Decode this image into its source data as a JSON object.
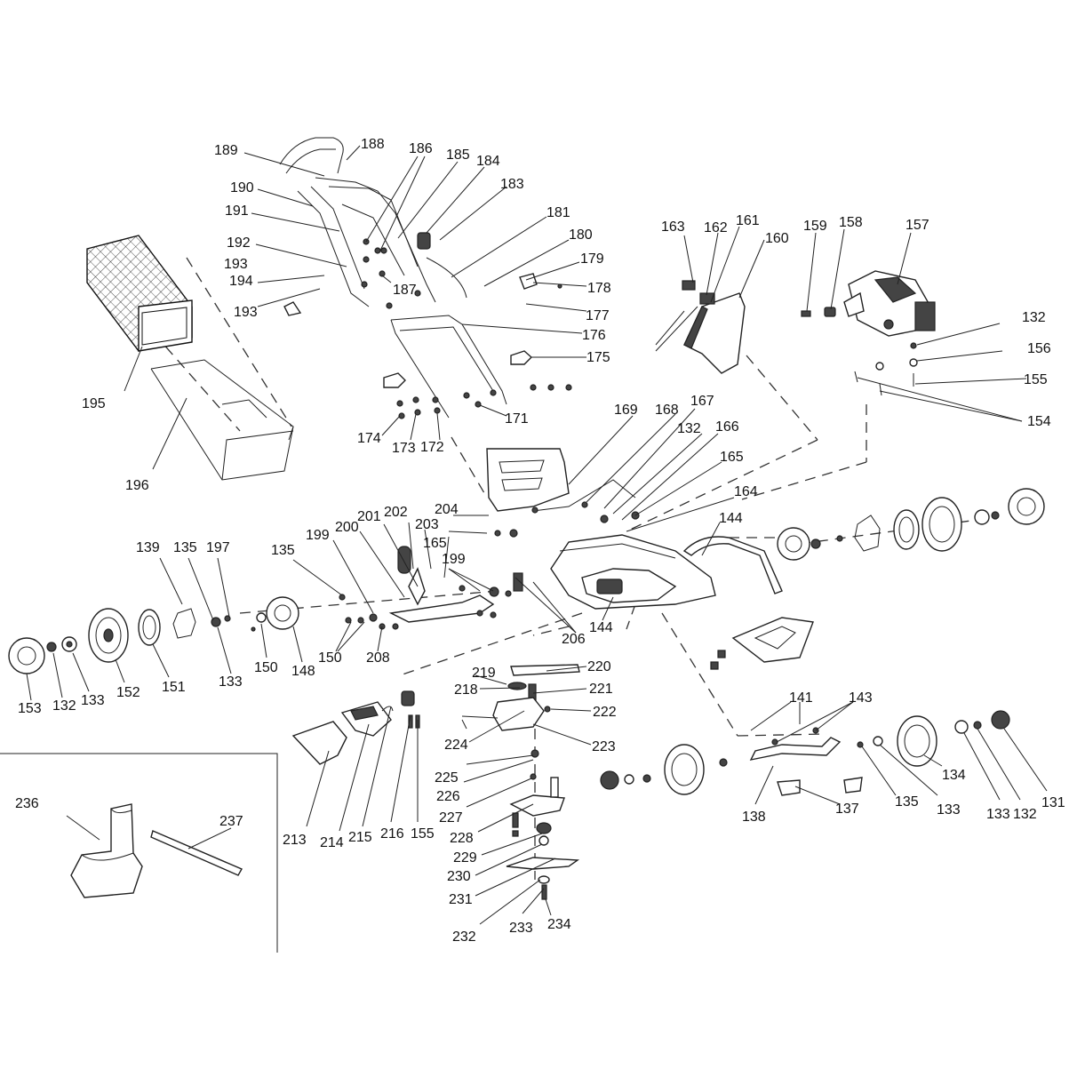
{
  "diagram": {
    "labels": [
      {
        "id": "lbl-189",
        "text": "189"
      },
      {
        "id": "lbl-188",
        "text": "188"
      },
      {
        "id": "lbl-186",
        "text": "186"
      },
      {
        "id": "lbl-185",
        "text": "185"
      },
      {
        "id": "lbl-184",
        "text": "184"
      },
      {
        "id": "lbl-183",
        "text": "183"
      },
      {
        "id": "lbl-190",
        "text": "190"
      },
      {
        "id": "lbl-191",
        "text": "191"
      },
      {
        "id": "lbl-181",
        "text": "181"
      },
      {
        "id": "lbl-180",
        "text": "180"
      },
      {
        "id": "lbl-179",
        "text": "179"
      },
      {
        "id": "lbl-192",
        "text": "192"
      },
      {
        "id": "lbl-193a",
        "text": "193"
      },
      {
        "id": "lbl-194",
        "text": "194"
      },
      {
        "id": "lbl-187",
        "text": "187"
      },
      {
        "id": "lbl-178",
        "text": "178"
      },
      {
        "id": "lbl-193b",
        "text": "193"
      },
      {
        "id": "lbl-177",
        "text": "177"
      },
      {
        "id": "lbl-176",
        "text": "176"
      },
      {
        "id": "lbl-175",
        "text": "175"
      },
      {
        "id": "lbl-163",
        "text": "163"
      },
      {
        "id": "lbl-162",
        "text": "162"
      },
      {
        "id": "lbl-161",
        "text": "161"
      },
      {
        "id": "lbl-160",
        "text": "160"
      },
      {
        "id": "lbl-159",
        "text": "159"
      },
      {
        "id": "lbl-158",
        "text": "158"
      },
      {
        "id": "lbl-157",
        "text": "157"
      },
      {
        "id": "lbl-132a",
        "text": "132"
      },
      {
        "id": "lbl-156",
        "text": "156"
      },
      {
        "id": "lbl-155a",
        "text": "155"
      },
      {
        "id": "lbl-154",
        "text": "154"
      },
      {
        "id": "lbl-195",
        "text": "195"
      },
      {
        "id": "lbl-174",
        "text": "174"
      },
      {
        "id": "lbl-173",
        "text": "173"
      },
      {
        "id": "lbl-172",
        "text": "172"
      },
      {
        "id": "lbl-171",
        "text": "171"
      },
      {
        "id": "lbl-169",
        "text": "169"
      },
      {
        "id": "lbl-168",
        "text": "168"
      },
      {
        "id": "lbl-167",
        "text": "167"
      },
      {
        "id": "lbl-132b",
        "text": "132"
      },
      {
        "id": "lbl-166",
        "text": "166"
      },
      {
        "id": "lbl-165a",
        "text": "165"
      },
      {
        "id": "lbl-196",
        "text": "196"
      },
      {
        "id": "lbl-164",
        "text": "164"
      },
      {
        "id": "lbl-204",
        "text": "204"
      },
      {
        "id": "lbl-144a",
        "text": "144"
      },
      {
        "id": "lbl-202",
        "text": "202"
      },
      {
        "id": "lbl-201",
        "text": "201"
      },
      {
        "id": "lbl-203",
        "text": "203"
      },
      {
        "id": "lbl-200",
        "text": "200"
      },
      {
        "id": "lbl-199a",
        "text": "199"
      },
      {
        "id": "lbl-165b",
        "text": "165"
      },
      {
        "id": "lbl-139",
        "text": "139"
      },
      {
        "id": "lbl-135a",
        "text": "135"
      },
      {
        "id": "lbl-197",
        "text": "197"
      },
      {
        "id": "lbl-135b",
        "text": "135"
      },
      {
        "id": "lbl-199b",
        "text": "199"
      },
      {
        "id": "lbl-206",
        "text": "206"
      },
      {
        "id": "lbl-144b",
        "text": "144"
      },
      {
        "id": "lbl-150a",
        "text": "150"
      },
      {
        "id": "lbl-150b",
        "text": "150"
      },
      {
        "id": "lbl-208",
        "text": "208"
      },
      {
        "id": "lbl-148",
        "text": "148"
      },
      {
        "id": "lbl-133a",
        "text": "133"
      },
      {
        "id": "lbl-151",
        "text": "151"
      },
      {
        "id": "lbl-152",
        "text": "152"
      },
      {
        "id": "lbl-133b",
        "text": "133"
      },
      {
        "id": "lbl-132c",
        "text": "132"
      },
      {
        "id": "lbl-153",
        "text": "153"
      },
      {
        "id": "lbl-219",
        "text": "219"
      },
      {
        "id": "lbl-220",
        "text": "220"
      },
      {
        "id": "lbl-218",
        "text": "218"
      },
      {
        "id": "lbl-221",
        "text": "221"
      },
      {
        "id": "lbl-222",
        "text": "222"
      },
      {
        "id": "lbl-224",
        "text": "224"
      },
      {
        "id": "lbl-223",
        "text": "223"
      },
      {
        "id": "lbl-141",
        "text": "141"
      },
      {
        "id": "lbl-143",
        "text": "143"
      },
      {
        "id": "lbl-225",
        "text": "225"
      },
      {
        "id": "lbl-226",
        "text": "226"
      },
      {
        "id": "lbl-227",
        "text": "227"
      },
      {
        "id": "lbl-228",
        "text": "228"
      },
      {
        "id": "lbl-229",
        "text": "229"
      },
      {
        "id": "lbl-230",
        "text": "230"
      },
      {
        "id": "lbl-231",
        "text": "231"
      },
      {
        "id": "lbl-232",
        "text": "232"
      },
      {
        "id": "lbl-233",
        "text": "233"
      },
      {
        "id": "lbl-234",
        "text": "234"
      },
      {
        "id": "lbl-213",
        "text": "213"
      },
      {
        "id": "lbl-214",
        "text": "214"
      },
      {
        "id": "lbl-215",
        "text": "215"
      },
      {
        "id": "lbl-216",
        "text": "216"
      },
      {
        "id": "lbl-155b",
        "text": "155"
      },
      {
        "id": "lbl-134",
        "text": "134"
      },
      {
        "id": "lbl-138",
        "text": "138"
      },
      {
        "id": "lbl-137",
        "text": "137"
      },
      {
        "id": "lbl-135c",
        "text": "135"
      },
      {
        "id": "lbl-133c",
        "text": "133"
      },
      {
        "id": "lbl-133d",
        "text": "133"
      },
      {
        "id": "lbl-132d",
        "text": "132"
      },
      {
        "id": "lbl-131",
        "text": "131"
      },
      {
        "id": "lbl-236",
        "text": "236"
      },
      {
        "id": "lbl-237",
        "text": "237"
      }
    ]
  }
}
